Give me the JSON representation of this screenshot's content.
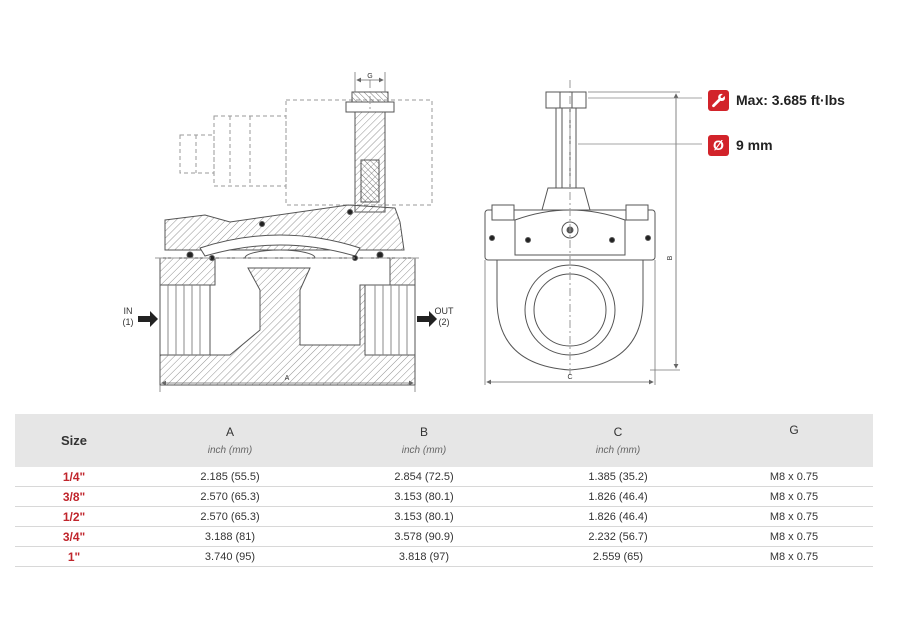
{
  "drawing": {
    "labels": {
      "g": "G",
      "a": "A",
      "b": "B",
      "c": "C",
      "in": "IN",
      "in_num": "(1)",
      "out": "OUT",
      "out_num": "(2)"
    }
  },
  "specs": {
    "torque": {
      "icon": "wrench-icon",
      "text": "Max: 3.685 ft·lbs"
    },
    "diameter": {
      "icon": "diameter-icon",
      "glyph": "Ø",
      "text": "9 mm"
    }
  },
  "accent_color": "#d2232a",
  "table": {
    "header": {
      "size": "Size",
      "col_a": "A",
      "col_b": "B",
      "col_c": "C",
      "col_g": "G",
      "unit": "inch (mm)"
    },
    "rows": [
      {
        "size": "1/4\"",
        "a": "2.185 (55.5)",
        "b": "2.854 (72.5)",
        "c": "1.385 (35.2)",
        "g": "M8 x 0.75"
      },
      {
        "size": "3/8\"",
        "a": "2.570 (65.3)",
        "b": "3.153 (80.1)",
        "c": "1.826 (46.4)",
        "g": "M8 x 0.75"
      },
      {
        "size": "1/2\"",
        "a": "2.570 (65.3)",
        "b": "3.153 (80.1)",
        "c": "1.826 (46.4)",
        "g": "M8 x 0.75"
      },
      {
        "size": "3/4\"",
        "a": "3.188 (81)",
        "b": "3.578 (90.9)",
        "c": "2.232 (56.7)",
        "g": "M8 x 0.75"
      },
      {
        "size": "1\"",
        "a": "3.740 (95)",
        "b": "3.818 (97)",
        "c": "2.559 (65)",
        "g": "M8 x 0.75"
      }
    ]
  }
}
